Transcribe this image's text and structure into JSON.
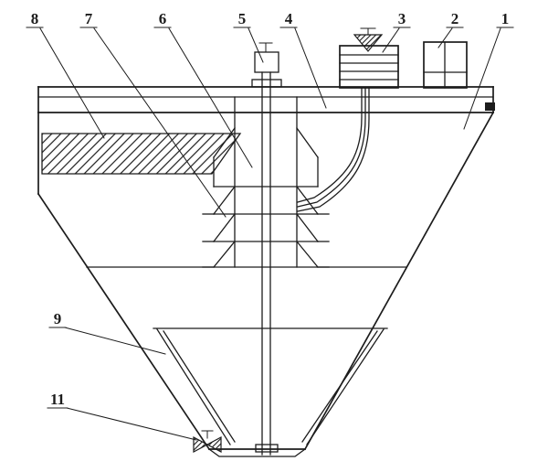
{
  "figure": {
    "background_color": "#ffffff",
    "line_color": "#1c1c1c",
    "callouts": {
      "n1": "1",
      "n2": "2",
      "n3": "3",
      "n4": "4",
      "n5": "5",
      "n6": "6",
      "n7": "7",
      "n8": "8",
      "n9": "9",
      "n11": "11"
    }
  }
}
